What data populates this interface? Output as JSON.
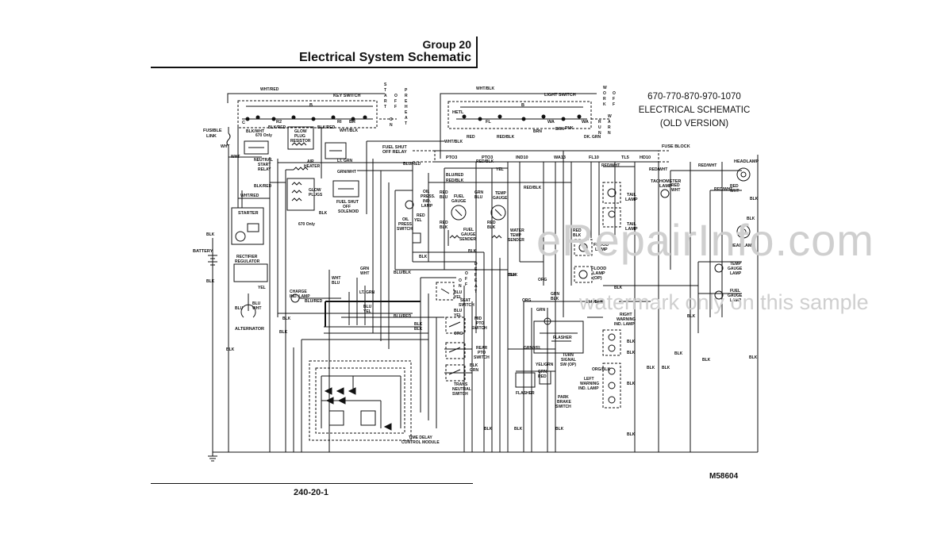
{
  "header": {
    "group": "Group 20",
    "title": "Electrical System Schematic"
  },
  "subtitle": {
    "models": "670-770-870-970-1070",
    "line2": "ELECTRICAL SCHEMATIC",
    "line3": "(OLD VERSION)"
  },
  "footer": {
    "page": "240-20-1",
    "figure": "M58604"
  },
  "watermark": {
    "main": "eRepairInfo.com",
    "sub": "watermark only on this sample"
  },
  "diagram": {
    "key_switch": "KEY SWITCH",
    "key_positions": [
      "S",
      "T",
      "A",
      "R",
      "T"
    ],
    "key_on": [
      "O",
      "N"
    ],
    "key_off": [
      "O",
      "F",
      "F"
    ],
    "key_preheat": [
      "P",
      "R",
      "E",
      "H",
      "E",
      "A",
      "T"
    ],
    "light_switch": "LIGHT SWITCH",
    "light_work": [
      "W",
      "O",
      "R",
      "K"
    ],
    "light_off": [
      "O",
      "F",
      "F"
    ],
    "light_run": [
      "R",
      "U",
      "N"
    ],
    "light_warn": [
      "W",
      "A",
      "R",
      "N"
    ],
    "fuse_block": "FUSE BLOCK",
    "fuses": [
      "PTO3",
      "PTO3",
      "IND10",
      "WA13",
      "FL10",
      "TL5",
      "HD10"
    ],
    "terms_key": [
      "C",
      "R2",
      "B",
      "RI",
      "BR"
    ],
    "terms_light": [
      "HETL",
      "B",
      "FL",
      "WA",
      "WA"
    ],
    "components": {
      "fusible_link": [
        "FUSIBLE",
        "LINK"
      ],
      "glow_plug_resistor": [
        "GLOW",
        "PLUG",
        "RESISTOR"
      ],
      "only670": "670 Only",
      "fuel_shutoff_relay": [
        "FUEL SHUT",
        "OFF RELAY"
      ],
      "neutral_start_relay": [
        "NEUTRAL",
        "START",
        "RELAY"
      ],
      "air_heater": [
        "AIR",
        "HEATER"
      ],
      "glow_plugs": [
        "GLOW",
        "PLUGS"
      ],
      "fuel_shutoff_solenoid": [
        "FUEL SHUT",
        "OFF",
        "SOLENOID"
      ],
      "starter": "STARTER",
      "battery": "BATTERY",
      "rectifier_regulator": [
        "RECTIFIER",
        "REGULATOR"
      ],
      "alternator": "ALTERNATOR",
      "charge_lamp": [
        "CHARGE",
        "IND. LAMP"
      ],
      "oil_press_lamp": [
        "OIL",
        "PRESS.",
        "IND.",
        "LAMP"
      ],
      "fuel_gauge": [
        "FUEL",
        "GAUGE"
      ],
      "temp_gauge": [
        "TEMP",
        "GAUGE"
      ],
      "oil_press_switch": [
        "OIL",
        "PRESS.",
        "SWITCH"
      ],
      "fuel_gauge_sender": [
        "FUEL",
        "GAUGE",
        "SENDER"
      ],
      "water_temp_sender": [
        "WATER",
        "TEMP",
        "SENDER"
      ],
      "defeat": [
        "D",
        "E",
        "F",
        "E",
        "A",
        "T"
      ],
      "on_off": [
        "O",
        "N"
      ],
      "seat_switch": [
        "SEAT",
        "SWITCH"
      ],
      "mid_pto_switch": [
        "MID",
        "PTO",
        "SWITCH"
      ],
      "rear_pto_switch": [
        "REAR",
        "PTO",
        "SWITCH"
      ],
      "trans_neutral_switch": [
        "TRANS",
        "NEUTRAL",
        "SWITCH"
      ],
      "time_delay_module": [
        "TIME DELAY",
        "CONTROL MODULE"
      ],
      "tachometer_lamp": [
        "TACHOMETER",
        "LAMP"
      ],
      "tail_lamp": [
        "TAIL",
        "LAMP"
      ],
      "tail_lamp2": [
        "TAIL",
        "LAMP"
      ],
      "headlamp": "HEADLAMP",
      "headlamp2": "HEADLAMP",
      "flood_lamp": [
        "FLOOD",
        "LAMP"
      ],
      "flood_lamp_op": [
        "FLOOD",
        "LAMP",
        "(OP)"
      ],
      "temp_gauge_lamp": [
        "TEMP",
        "GAUGE",
        "LAMP"
      ],
      "fuel_gauge_lamp": [
        "FUEL",
        "GAUGE",
        "LAMP"
      ],
      "right_warning_lamp": [
        "RIGHT",
        "WARNING",
        "IND. LAMP"
      ],
      "flasher": "FLASHER",
      "flasher2": "FLASHER",
      "turn_signal_sw": [
        "TURN",
        "SIGNAL",
        "SW (OP)"
      ],
      "left_warning_lamp": [
        "LEFT",
        "WARNING",
        "IND. LAMP"
      ],
      "park_brake_switch": [
        "PARK",
        "BRAKE",
        "SWITCH"
      ]
    },
    "wire_colors": {
      "wht_red": "WHT/RED",
      "wht_blk": "WHT/BLK",
      "blk_wht": "BLK/WHT",
      "blk_red": "BLK/RED",
      "blk": "BLK",
      "wht": "WHT",
      "red": "RED",
      "red_blk": "RED/BLK",
      "red_wht": "RED/WHT",
      "org": "ORG",
      "lt_grn": "LT. GRN",
      "grn_wht": "GRN/WHT",
      "blu_red": "BLU/RED",
      "blu_blk": "BLU/BLK",
      "yel": "YEL",
      "grn": "GRN",
      "blu": "BLU",
      "brn": "BRN",
      "pnk": "PNK",
      "dk_grn": "DK. GRN",
      "yel_grn": "YEL/GRN",
      "blu_wht": "BLU/WHT",
      "blu_yel": "BLU/YEL",
      "grn_yel": "GRN/YEL",
      "org_blk": "ORG/BLK"
    }
  }
}
